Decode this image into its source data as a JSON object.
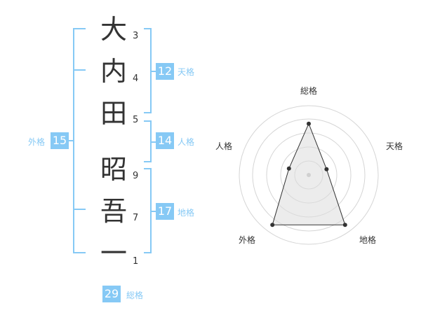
{
  "colors": {
    "accent": "#86c9f5",
    "text": "#333333",
    "bracket": "#86c9f5"
  },
  "name": {
    "chars": [
      "大",
      "内",
      "田",
      "昭",
      "吾",
      "一"
    ],
    "strokes": [
      "3",
      "4",
      "5",
      "9",
      "7",
      "1"
    ]
  },
  "fortunes": {
    "tenkaku": {
      "value": "12",
      "label": "天格"
    },
    "jinkaku": {
      "value": "14",
      "label": "人格"
    },
    "chikaku": {
      "value": "17",
      "label": "地格"
    },
    "gaikaku": {
      "value": "15",
      "label": "外格"
    },
    "soukaku": {
      "value": "29",
      "label": "総格"
    }
  },
  "radar": {
    "labels": {
      "top": "総格",
      "right": "天格",
      "bottom_right": "地格",
      "bottom_left": "外格",
      "left": "人格"
    },
    "values": {
      "soukaku": 0.74,
      "tenkaku": 0.27,
      "chikaku": 0.89,
      "gaikaku": 0.89,
      "jinkaku": 0.3
    }
  }
}
